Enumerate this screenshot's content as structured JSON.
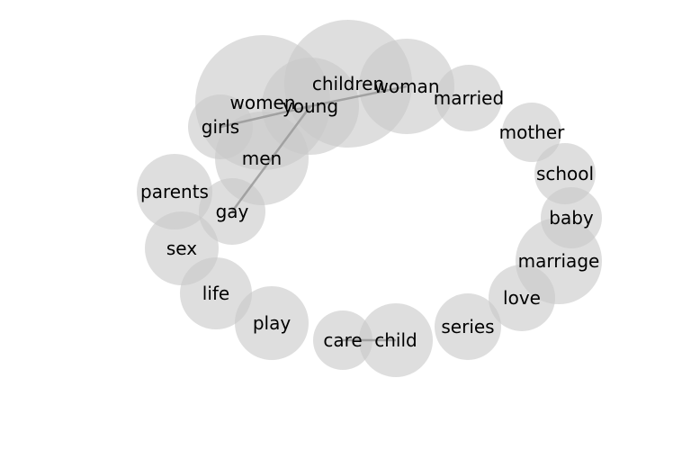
{
  "diagram": {
    "type": "word-network",
    "colors": {
      "node": "#c8c8c8",
      "edge": "#999999",
      "label": "#000000",
      "background": "#ffffff"
    },
    "nodes": [
      {
        "id": "women",
        "label": "women"
      },
      {
        "id": "children",
        "label": "children"
      },
      {
        "id": "young",
        "label": "young"
      },
      {
        "id": "woman",
        "label": "woman"
      },
      {
        "id": "married",
        "label": "married"
      },
      {
        "id": "girls",
        "label": "girls"
      },
      {
        "id": "men",
        "label": "men"
      },
      {
        "id": "mother",
        "label": "mother"
      },
      {
        "id": "school",
        "label": "school"
      },
      {
        "id": "parents",
        "label": "parents"
      },
      {
        "id": "gay",
        "label": "gay"
      },
      {
        "id": "baby",
        "label": "baby"
      },
      {
        "id": "marriage",
        "label": "marriage"
      },
      {
        "id": "sex",
        "label": "sex"
      },
      {
        "id": "life",
        "label": "life"
      },
      {
        "id": "love",
        "label": "love"
      },
      {
        "id": "play",
        "label": "play"
      },
      {
        "id": "series",
        "label": "series"
      },
      {
        "id": "care",
        "label": "care"
      },
      {
        "id": "child",
        "label": "child"
      }
    ],
    "edges": [
      {
        "source": "young",
        "target": "girls"
      },
      {
        "source": "young",
        "target": "gay"
      },
      {
        "source": "young",
        "target": "woman"
      },
      {
        "source": "care",
        "target": "child"
      }
    ]
  }
}
